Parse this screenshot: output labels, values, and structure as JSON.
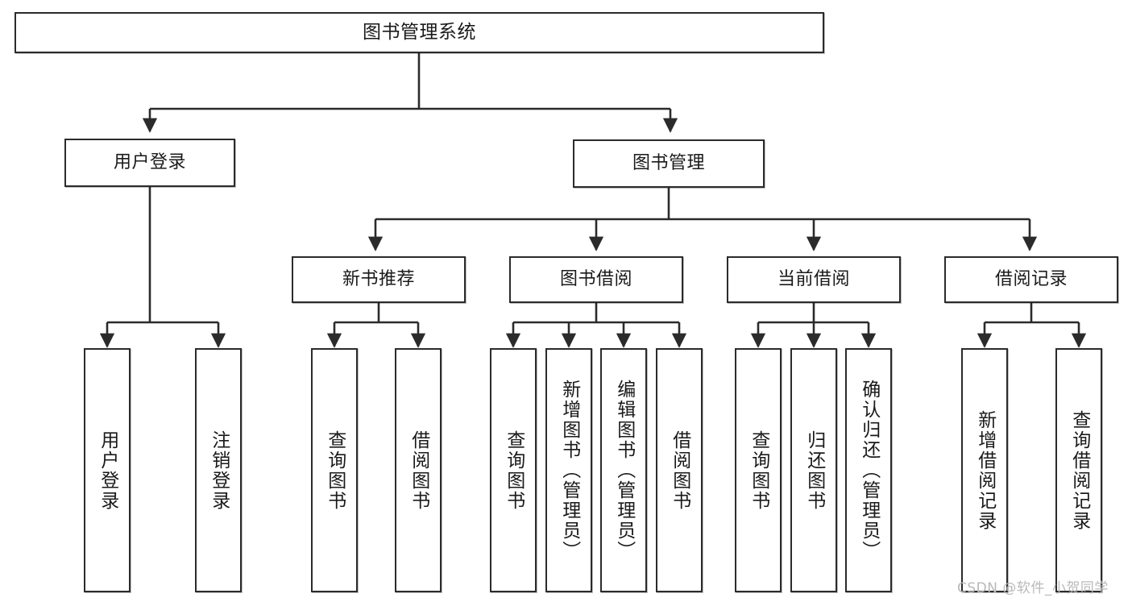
{
  "diagram": {
    "title": "图书管理系统",
    "watermark": "CSDN @软件_小贺同学",
    "line_color": "#2b2b2b",
    "box_fill": "#ffffff",
    "text_color": "#1a1a1a",
    "watermark_color": "#b9b9b9",
    "levels": {
      "root": "图书管理系统",
      "level2": [
        "用户登录",
        "图书管理"
      ],
      "level3": [
        "新书推荐",
        "图书借阅",
        "当前借阅",
        "借阅记录"
      ]
    },
    "nodes": {
      "root": {
        "label": "图书管理系统"
      },
      "user_login": {
        "label": "用户登录"
      },
      "book_manage": {
        "label": "图书管理"
      },
      "new_book_rec": {
        "label": "新书推荐"
      },
      "book_borrow": {
        "label": "图书借阅"
      },
      "current_borrow": {
        "label": "当前借阅"
      },
      "borrow_record": {
        "label": "借阅记录"
      },
      "leaf_user_login": {
        "label": "用户登录"
      },
      "leaf_logout": {
        "label": "注销登录"
      },
      "leaf_query_book_1": {
        "label": "查询图书"
      },
      "leaf_borrow_book_1": {
        "label": "借阅图书"
      },
      "leaf_query_book_2": {
        "label": "查询图书"
      },
      "leaf_add_book": {
        "label": "新增图书（管理员）"
      },
      "leaf_edit_book": {
        "label": "编辑图书（管理员）"
      },
      "leaf_borrow_book_2": {
        "label": "借阅图书"
      },
      "leaf_query_book_3": {
        "label": "查询图书"
      },
      "leaf_return_book": {
        "label": "归还图书"
      },
      "leaf_confirm_return": {
        "label": "确认归还（管理员）"
      },
      "leaf_add_record": {
        "label": "新增借阅记录"
      },
      "leaf_query_record": {
        "label": "查询借阅记录"
      }
    }
  }
}
